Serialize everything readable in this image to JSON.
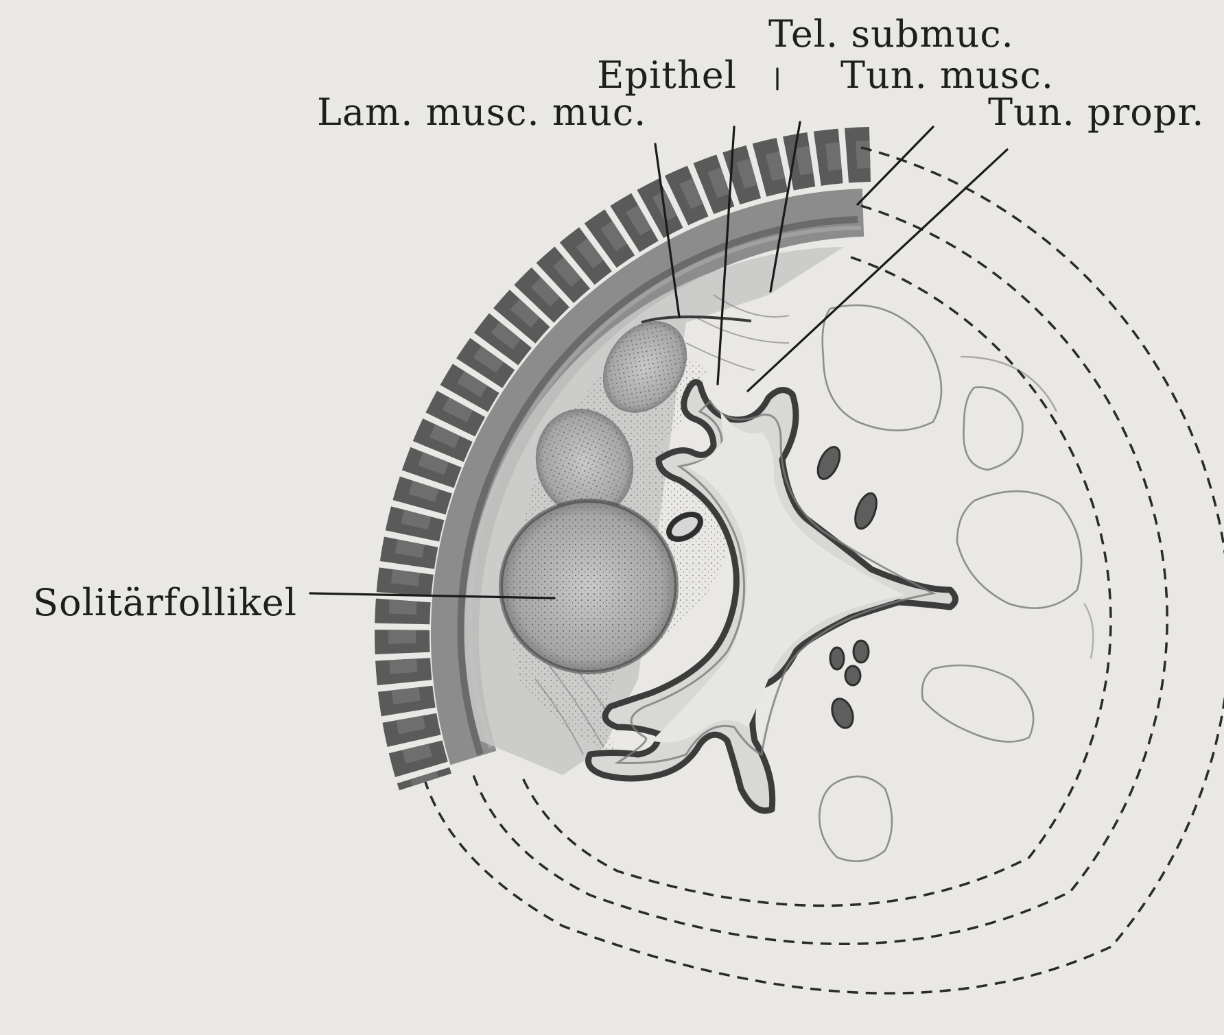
{
  "labels": {
    "tel_submuc": "Tel. submuc.",
    "epithel": "Epithel",
    "tun_musc": "Tun. musc.",
    "lam_musc_muc": "Lam. musc. muc.",
    "tun_propr": "Tun. propr.",
    "solitaerfollikel": "Solitärfollikel"
  },
  "colors": {
    "background": "#e9e8e4",
    "muscle_bundles": "#585858",
    "submucosa": "#bdbdbd",
    "follicle": "#9a9a9a",
    "epithelium": "#4a4a4a",
    "leader_lines": "#1a1a1a"
  }
}
